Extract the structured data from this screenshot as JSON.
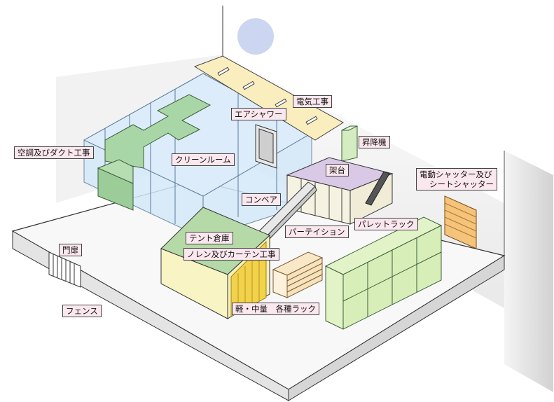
{
  "labels": {
    "electrical": "電気工事",
    "air_shower": "エアシャワー",
    "lift": "昇降機",
    "hvac_duct": "空調及びダクト工事",
    "clean_room": "クリーンルーム",
    "mezzanine": "架台",
    "power_shutter_1": "電動シャッター及び",
    "power_shutter_2": "シートシャッター",
    "conveyor": "コンベア",
    "tent_warehouse": "テント倉庫",
    "partition": "パーテイション",
    "pallet_rack": "パレットラック",
    "noren_curtain": "ノレン及びカーテン工事",
    "gate": "門扉",
    "racks": "軽・中量　各種ラック",
    "fence": "フェンス"
  },
  "colors": {
    "floor": "#f8f8f8",
    "outline": "#333333",
    "clean_room": "#d4e8f8",
    "ceiling_band": "#fbeebe",
    "duct": "#a9d6a6",
    "tent_roof": "#b6d9a8",
    "tent_wall": "#f8f4c4",
    "mezzanine_top": "#d9c8e6",
    "rack_green": "#e2f3c7",
    "shutter": "#f4c47a",
    "tag_bg": "#fbe7ee",
    "light_blob": "#cdd6f0"
  }
}
